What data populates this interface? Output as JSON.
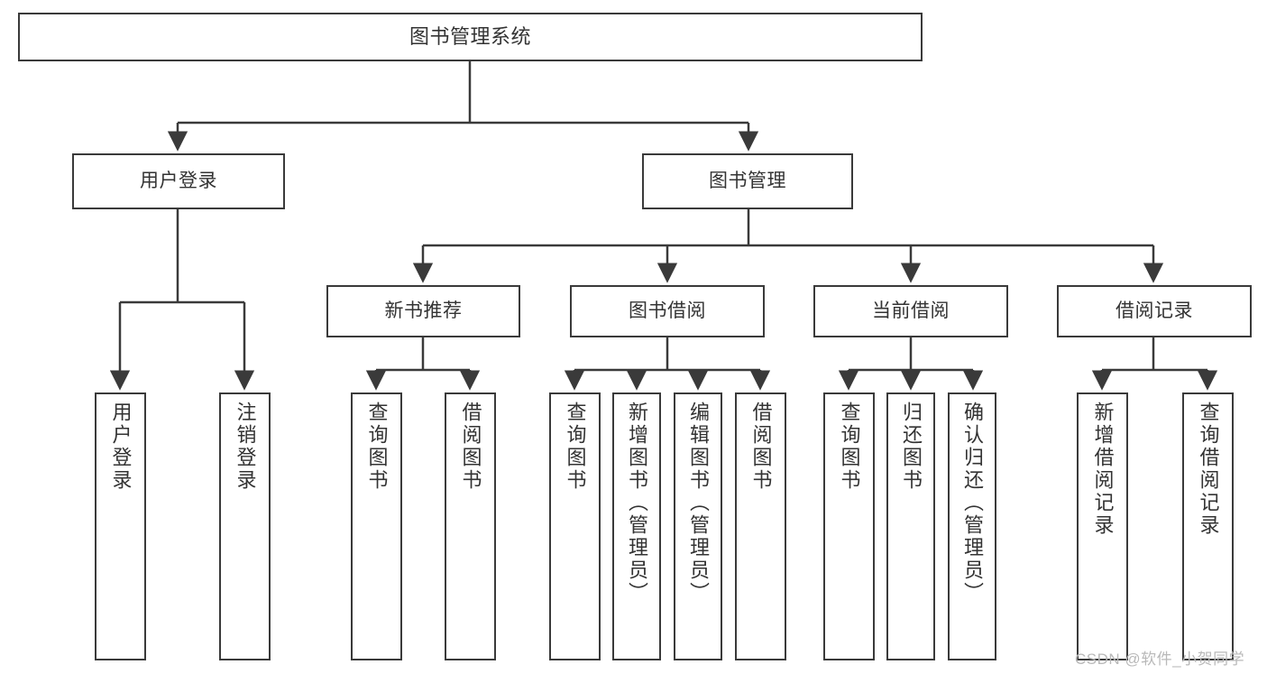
{
  "diagram": {
    "title": "图书管理系统",
    "type": "功能结构图",
    "colors": {
      "node_border": "#3a3a3a",
      "node_fill": "#ffffff",
      "connector": "#3a3a3a",
      "text": "#333333",
      "watermark": "#b9b9b9",
      "background": "#ffffff"
    },
    "root": {
      "label": "图书管理系统"
    },
    "level1": [
      {
        "label": "用户登录"
      },
      {
        "label": "图书管理"
      }
    ],
    "level2": [
      {
        "label": "新书推荐"
      },
      {
        "label": "图书借阅"
      },
      {
        "label": "当前借阅"
      },
      {
        "label": "借阅记录"
      }
    ],
    "leaves": {
      "user_login": [
        {
          "label": "用户登录"
        },
        {
          "label": "注销登录"
        }
      ],
      "new_book_recommend": [
        {
          "label": "查询图书"
        },
        {
          "label": "借阅图书"
        }
      ],
      "book_borrow": [
        {
          "label": "查询图书"
        },
        {
          "label": "新增图书（管理员）"
        },
        {
          "label": "编辑图书（管理员）"
        },
        {
          "label": "借阅图书"
        }
      ],
      "current_borrow": [
        {
          "label": "查询图书"
        },
        {
          "label": "归还图书"
        },
        {
          "label": "确认归还（管理员）"
        }
      ],
      "borrow_record": [
        {
          "label": "新增借阅记录"
        },
        {
          "label": "查询借阅记录"
        }
      ]
    },
    "watermark": {
      "text": "CSDN @软件_小贺同学"
    }
  }
}
